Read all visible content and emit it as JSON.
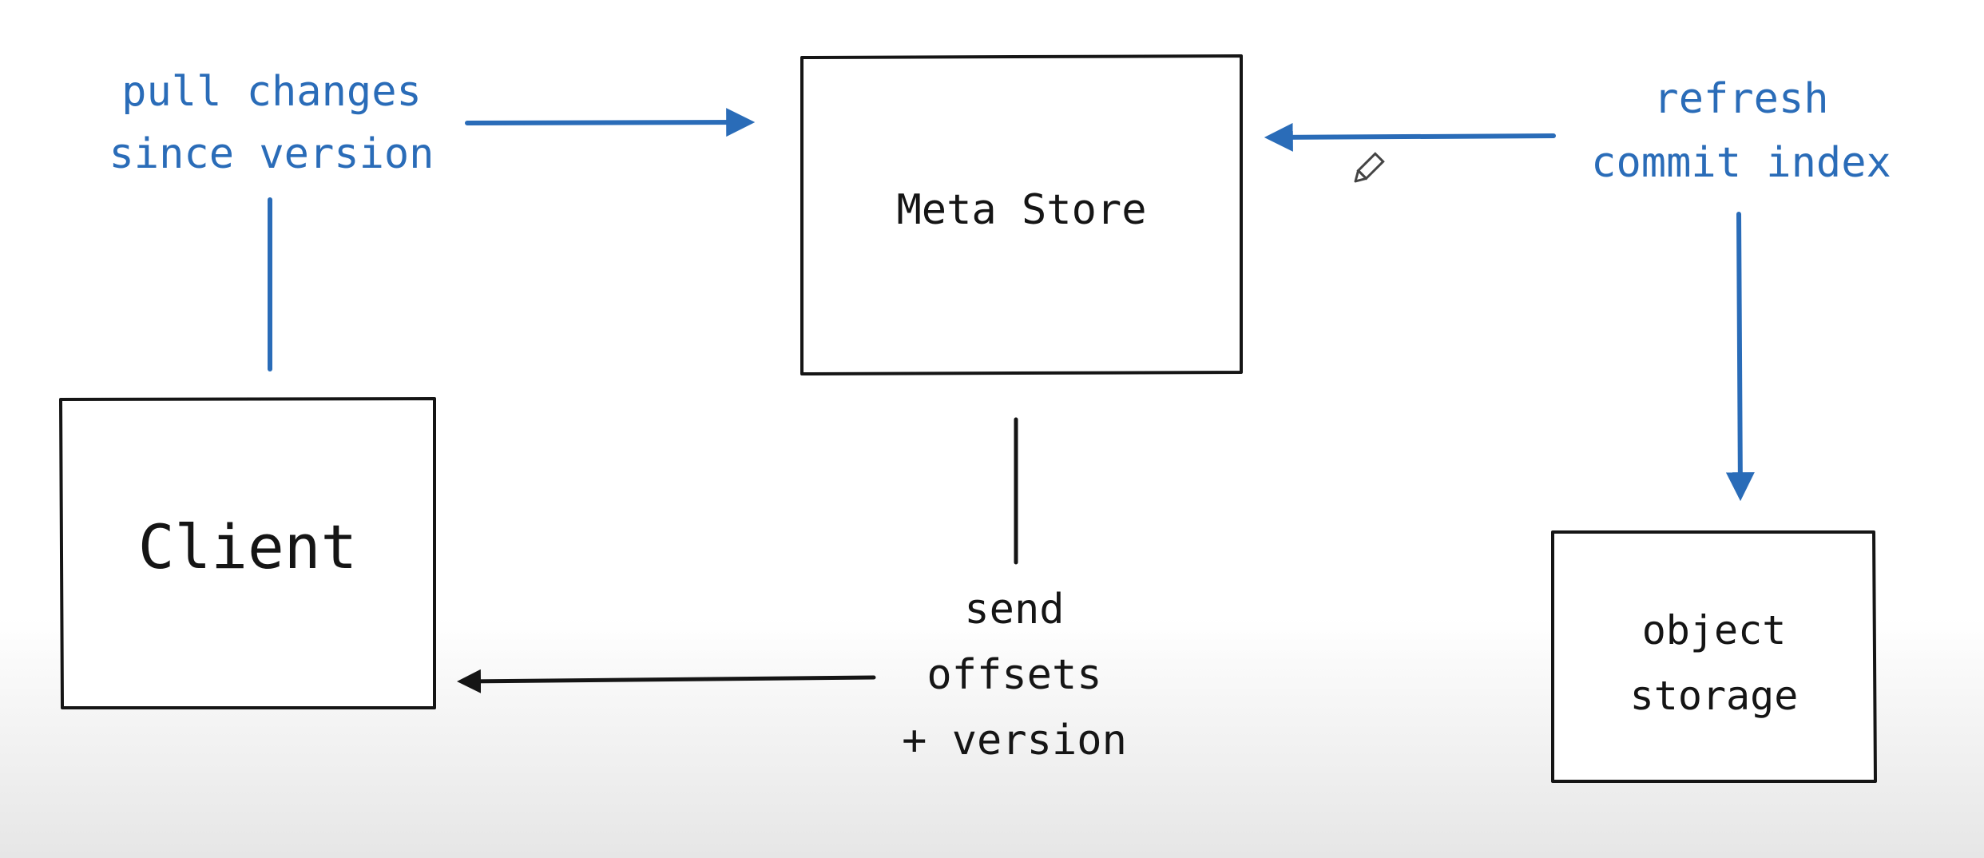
{
  "colors": {
    "arrow_blue": "#2a6cb8",
    "ink": "#151515",
    "box_fill": "#ffffff"
  },
  "nodes": {
    "meta_store": "Meta Store",
    "client": "Client",
    "object_storage": [
      "object",
      "storage"
    ]
  },
  "edges": {
    "pull": {
      "lines": [
        "pull changes",
        "since version"
      ],
      "from": "client",
      "to": "meta_store"
    },
    "refresh": {
      "lines": [
        "refresh",
        "commit index"
      ],
      "from": "object_storage",
      "to": "meta_store"
    },
    "send": {
      "lines": [
        "send",
        "offsets",
        "+ version"
      ],
      "from": "meta_store",
      "to": "client"
    }
  },
  "cursor_icon": "pencil-cursor-icon"
}
